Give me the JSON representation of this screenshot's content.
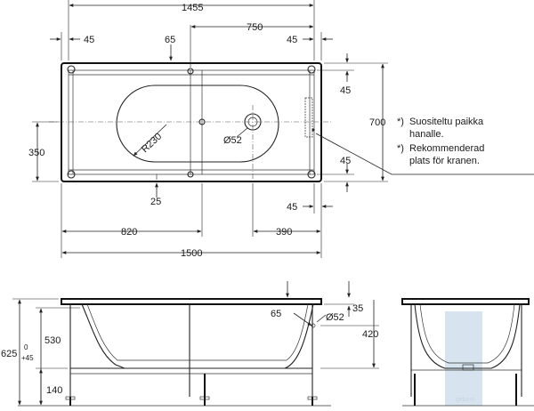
{
  "top_view": {
    "overall_width_top": "1455",
    "left_offset": "45",
    "frame_offset": "65",
    "frame_span": "750",
    "right_offset": "45",
    "height": "700",
    "top_margin": "45",
    "bottom_margin": "45",
    "half_height": "350",
    "radius": "R230",
    "drain_diameter": "Ø52",
    "foot_offset": "25",
    "bottom_right_offset": "45",
    "left_to_frame": "820",
    "drain_to_right": "390",
    "overall_width": "1500"
  },
  "note": {
    "marker": "*)",
    "finnish_line1": "Suositeltu paikka",
    "finnish_line2": "hanalle.",
    "swedish_line1": "Rekommenderad",
    "swedish_line2": "plats för kranen."
  },
  "side_view": {
    "total_height": "625",
    "tolerance_upper": "0",
    "tolerance_lower": "+45",
    "inner_height": "530",
    "leg_height": "140",
    "rim_offset": "65",
    "overflow_diameter": "Ø52",
    "overflow_top": "35",
    "overflow_height": "420"
  },
  "end_view": {
    "watermark": "geberit"
  }
}
